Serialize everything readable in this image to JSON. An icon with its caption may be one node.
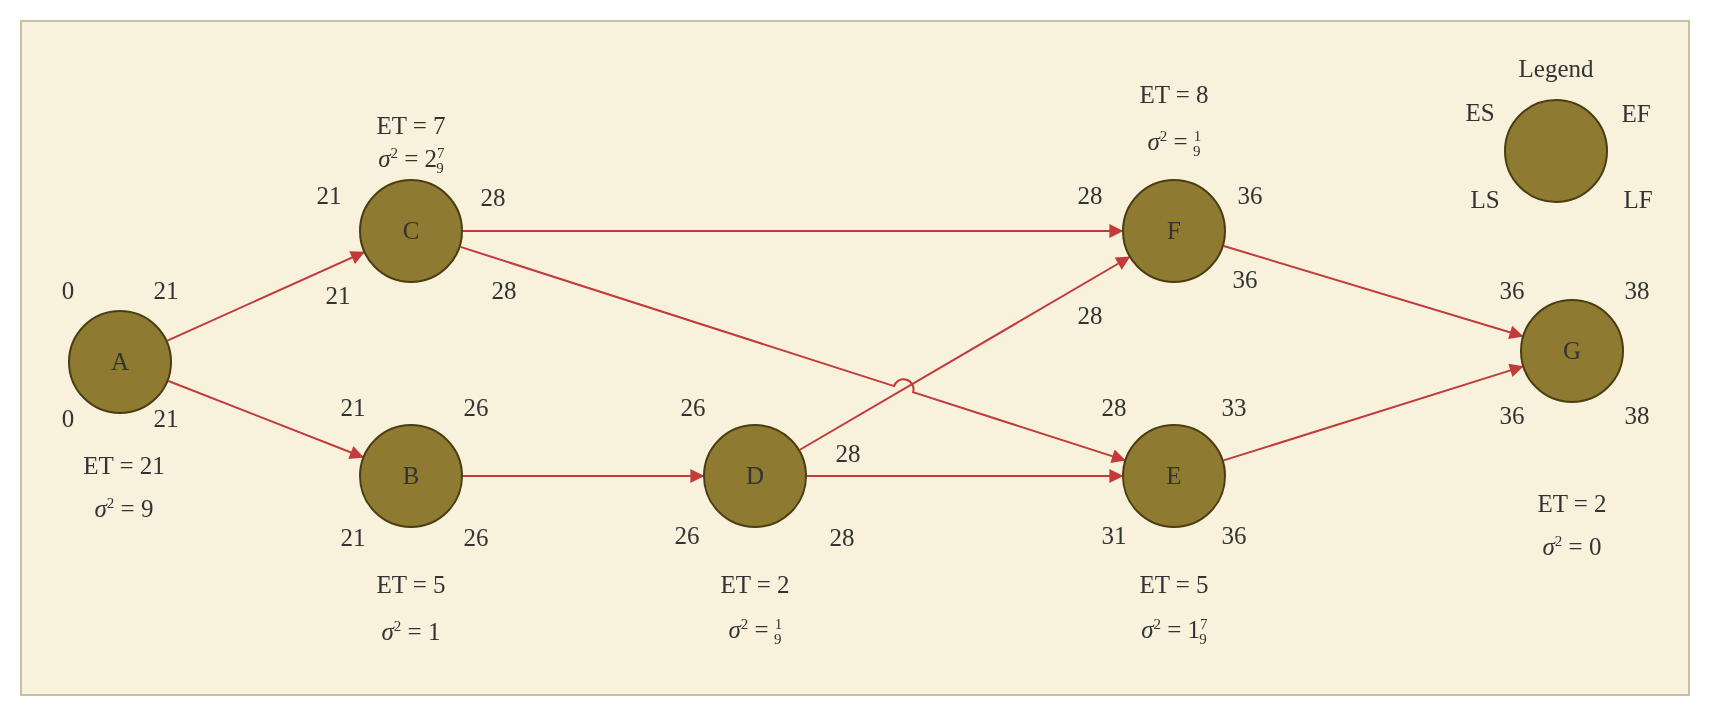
{
  "diagram": {
    "nodes": [
      {
        "text": [
          "A"
        ],
        "beside": [
          "0",
          "21",
          "0",
          "21",
          "ET = 21",
          "*σ*$^{2}$ = 9"
        ]
      },
      {
        "text": [
          "C"
        ],
        "beside": [
          "21",
          "28",
          "21",
          "28",
          "ET = 7",
          "*σ*$^{2}$ = 2$^{7}$$_{9}$"
        ]
      },
      {
        "text": [
          "B"
        ],
        "beside": [
          "21",
          "26",
          "21",
          "26",
          "ET = 5",
          "*σ*$^{2}$ = 1"
        ]
      },
      {
        "text": [
          "D"
        ],
        "beside": [
          "26",
          "28",
          "26",
          "28",
          "ET = 2",
          "*σ*$^{2}$ = $^{1}$$_{9}$"
        ]
      },
      {
        "text": [
          "F"
        ],
        "beside": [
          "28",
          "36",
          "28",
          "36",
          "ET = 8",
          "*σ*$^{2}$ = $^{1}$$_{9}$"
        ]
      },
      {
        "text": [
          "E"
        ],
        "beside": [
          "28",
          "33",
          "31",
          "36",
          "ET = 5",
          "*σ*$^{2}$ = 1$^{7}$$_{9}$"
        ]
      },
      {
        "text": [
          "G"
        ],
        "beside": [
          "36",
          "38",
          "36",
          "38",
          "ET = 2",
          "*σ*$^{2}$ = 0"
        ]
      },
      {
        "text": [
          "Legend"
        ],
        "beside": [
          "ES",
          "EF",
          "LS",
          "LF"
        ]
      }
    ],
    "edges": [
      {
        "from": 0,
        "to": 1,
        "arrow": "to"
      },
      {
        "from": 0,
        "to": 2,
        "arrow": "to"
      },
      {
        "from": 1,
        "to": 4,
        "arrow": "to"
      },
      {
        "from": 1,
        "to": 5,
        "arrow": "to"
      },
      {
        "from": 2,
        "to": 3,
        "arrow": "to"
      },
      {
        "from": 3,
        "to": 4,
        "arrow": "to"
      },
      {
        "from": 3,
        "to": 5,
        "arrow": "to"
      },
      {
        "from": 4,
        "to": 6,
        "arrow": "to"
      },
      {
        "from": 5,
        "to": 6,
        "arrow": "to"
      }
    ]
  }
}
